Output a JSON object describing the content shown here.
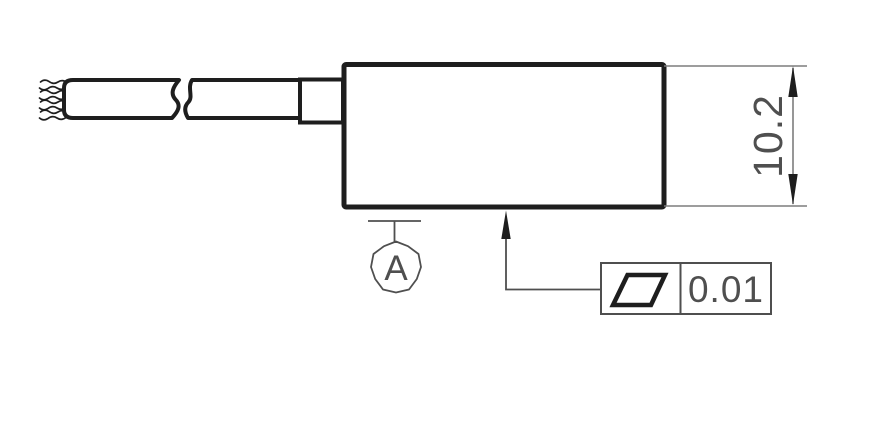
{
  "drawing": {
    "dimension": {
      "value": "10.2"
    },
    "datum": {
      "label": "A"
    },
    "feature_control_frame": {
      "symbol": "flatness",
      "tolerance": "0.01"
    },
    "colors": {
      "background": "#ffffff",
      "thick_line": "#1e1e1e",
      "thin_line": "#7d7d7d",
      "annotation_line": "#4f4f4f",
      "text": "#4f4f4f"
    }
  }
}
